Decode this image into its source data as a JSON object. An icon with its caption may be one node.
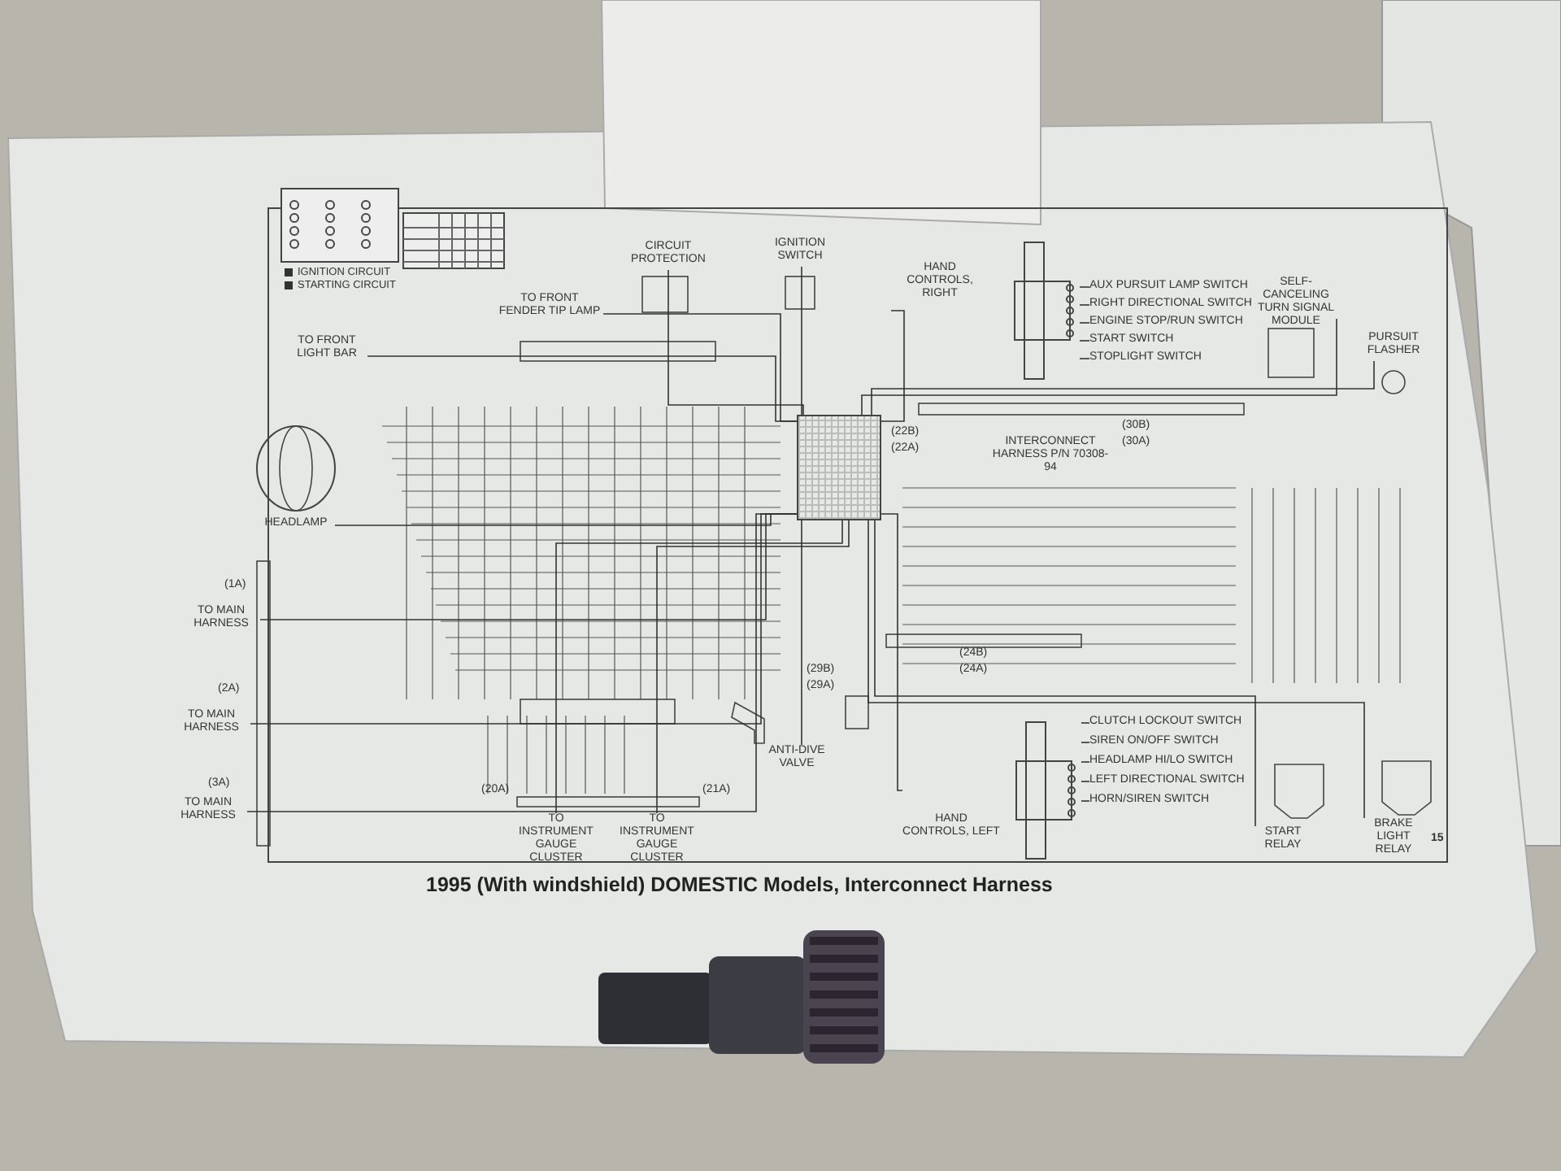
{
  "diagram": {
    "title": "1995 (With windshield) DOMESTIC Models, Interconnect Harness",
    "nodes": [
      {
        "text": [
          "CIRCUIT PROTECTION"
        ]
      },
      {
        "text": [
          "IGNITION SWITCH"
        ]
      },
      {
        "text": [
          "TO FRONT FENDER TIP LAMP"
        ]
      },
      {
        "text": [
          "TO FRONT LIGHT BAR"
        ]
      },
      {
        "text": [
          "HEADLAMP"
        ]
      },
      {
        "text": [
          "HAND CONTROLS, RIGHT"
        ]
      },
      {
        "text": [
          "AUX PURSUIT LAMP SWITCH"
        ]
      },
      {
        "text": [
          "RIGHT DIRECTIONAL SWITCH"
        ]
      },
      {
        "text": [
          "ENGINE STOP/RUN SWITCH"
        ]
      },
      {
        "text": [
          "START SWITCH"
        ]
      },
      {
        "text": [
          "STOPLIGHT SWITCH"
        ]
      },
      {
        "text": [
          "SELF-CANCELING TURN SIGNAL MODULE"
        ]
      },
      {
        "text": [
          "PURSUIT FLASHER"
        ]
      },
      {
        "text": [],
        "shape": "box"
      },
      {
        "text": [
          "TO MAIN HARNESS"
        ]
      },
      {
        "text": [
          "TO MAIN HARNESS"
        ]
      },
      {
        "text": [
          "TO MAIN HARNESS"
        ]
      },
      {
        "text": [
          "TO INSTRUMENT GAUGE CLUSTER"
        ]
      },
      {
        "text": [
          "TO INSTRUMENT GAUGE CLUSTER"
        ]
      },
      {
        "text": [
          "ANTI-DIVE VALVE"
        ]
      },
      {
        "text": [
          "HAND CONTROLS, LEFT"
        ]
      },
      {
        "text": [
          "CLUTCH LOCKOUT SWITCH"
        ]
      },
      {
        "text": [
          "SIREN ON/OFF SWITCH"
        ]
      },
      {
        "text": [
          "HEADLAMP HI/LO SWITCH"
        ]
      },
      {
        "text": [
          "LEFT DIRECTIONAL SWITCH"
        ]
      },
      {
        "text": [
          "HORN/SIREN SWITCH"
        ]
      },
      {
        "text": [
          "START RELAY"
        ]
      },
      {
        "text": [
          "BRAKE LIGHT RELAY"
        ]
      }
    ],
    "edges": [
      {
        "from": 0,
        "to": 13,
        "arrow": "none"
      },
      {
        "from": 1,
        "to": 13,
        "arrow": "none"
      },
      {
        "from": 2,
        "to": 13,
        "arrow": "none"
      },
      {
        "from": 3,
        "to": 13,
        "arrow": "none"
      },
      {
        "from": 4,
        "to": 13,
        "arrow": "none"
      },
      {
        "from": 5,
        "to": 13,
        "arrow": "none"
      },
      {
        "from": 6,
        "to": 5,
        "arrow": "none"
      },
      {
        "from": 7,
        "to": 5,
        "arrow": "none"
      },
      {
        "from": 8,
        "to": 5,
        "arrow": "none"
      },
      {
        "from": 9,
        "to": 5,
        "arrow": "none"
      },
      {
        "from": 10,
        "to": 5,
        "arrow": "none"
      },
      {
        "from": 11,
        "to": 13,
        "arrow": "none"
      },
      {
        "from": 12,
        "to": 13,
        "arrow": "none"
      },
      {
        "from": 14,
        "to": 13,
        "arrow": "none"
      },
      {
        "from": 15,
        "to": 13,
        "arrow": "none"
      },
      {
        "from": 16,
        "to": 13,
        "arrow": "none"
      },
      {
        "from": 17,
        "to": 13,
        "arrow": "none"
      },
      {
        "from": 18,
        "to": 13,
        "arrow": "none"
      },
      {
        "from": 19,
        "to": 13,
        "arrow": "none"
      },
      {
        "from": 20,
        "to": 13,
        "arrow": "none"
      },
      {
        "from": 21,
        "to": 20,
        "arrow": "none"
      },
      {
        "from": 22,
        "to": 20,
        "arrow": "none"
      },
      {
        "from": 23,
        "to": 20,
        "arrow": "none"
      },
      {
        "from": 24,
        "to": 20,
        "arrow": "none"
      },
      {
        "from": 25,
        "to": 20,
        "arrow": "none"
      },
      {
        "from": 26,
        "to": 13,
        "arrow": "none"
      },
      {
        "from": 27,
        "to": 13,
        "arrow": "none"
      }
    ],
    "labels": [
      "(1A)",
      "(2A)",
      "(3A)",
      "(20A)",
      "(21A)",
      "(22B)",
      "(22A)",
      "(30B)",
      "(30A)",
      "(29B)",
      "(29A)",
      "(24B)",
      "(24A)",
      "INTERCONNECT HARNESS P/N 70308-94",
      "15"
    ],
    "legend": [
      {
        "text": "IGNITION CIRCUIT",
        "color": "#333333"
      },
      {
        "text": "STARTING CIRCUIT",
        "color": "#333333"
      }
    ]
  }
}
